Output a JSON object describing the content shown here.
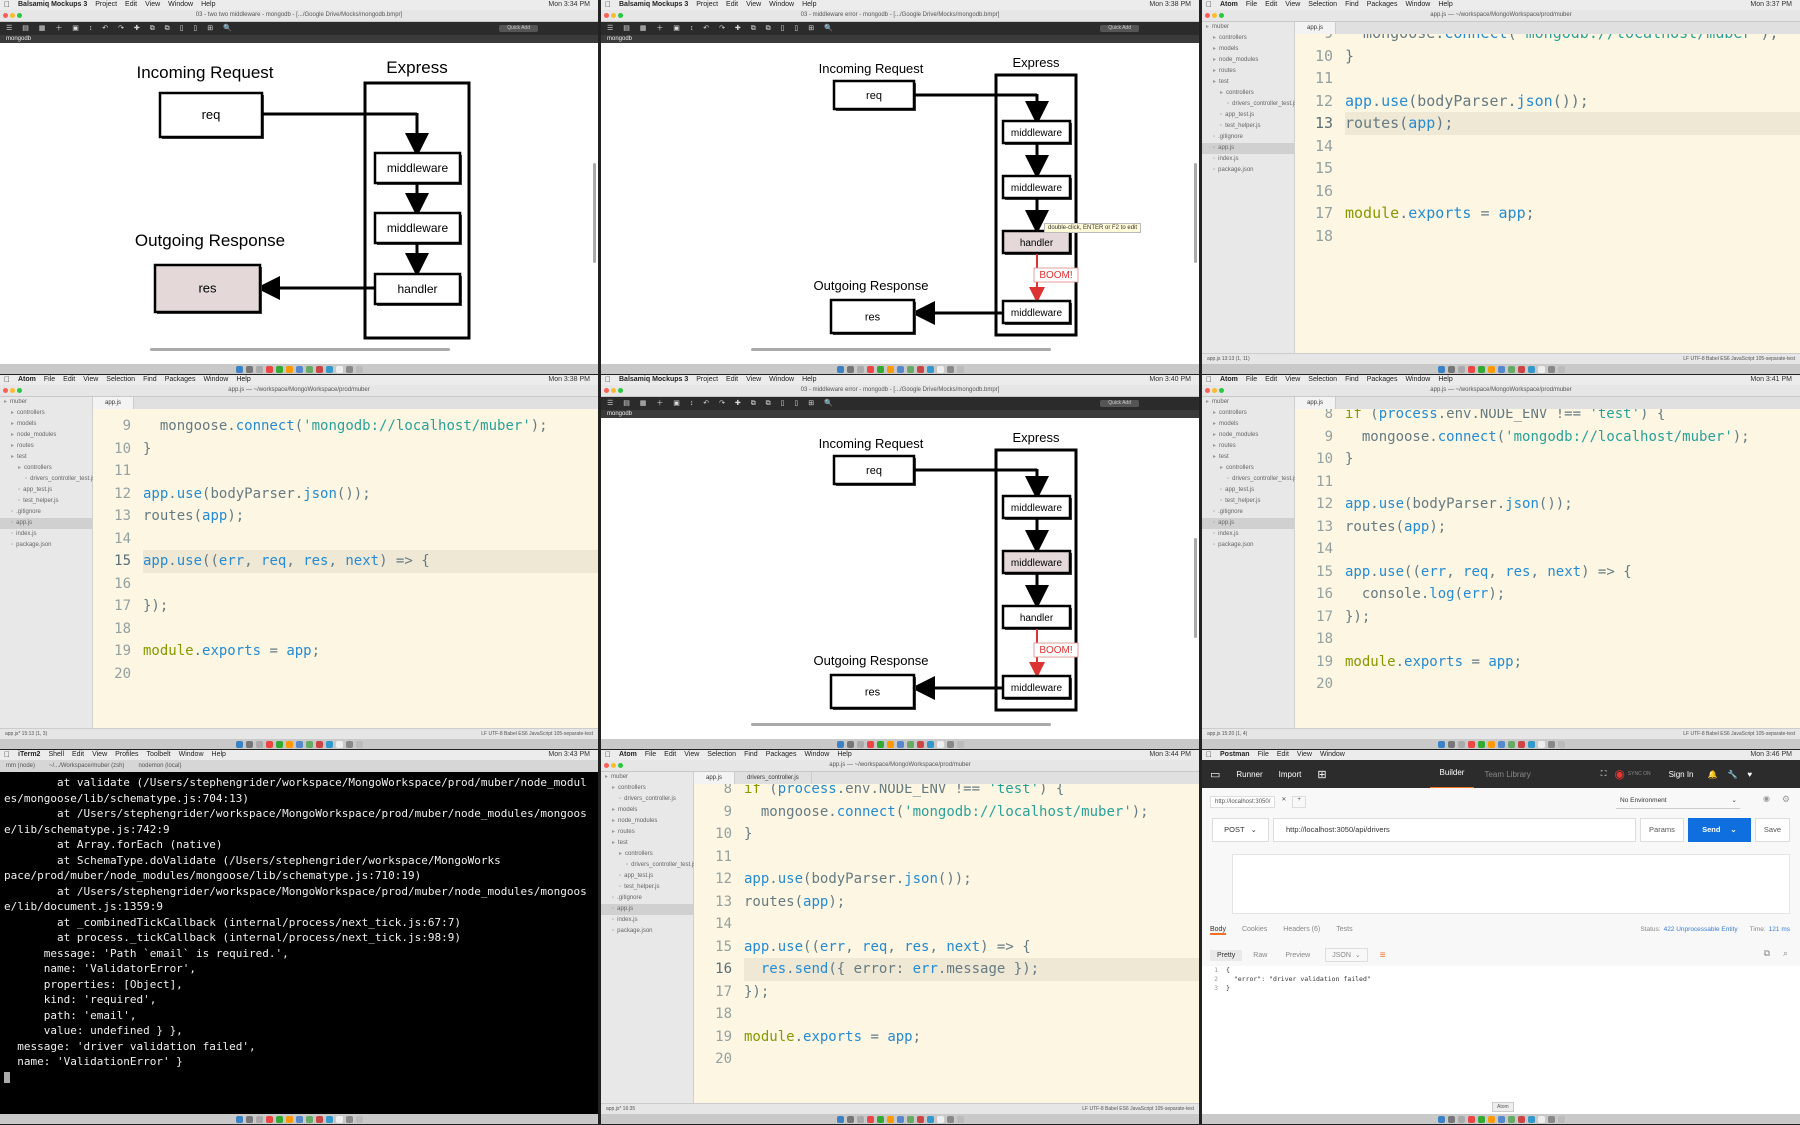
{
  "tiles": {
    "t1": {
      "menu_app": "Balsamiq Mockups 3",
      "menu_items": [
        "Project",
        "Edit",
        "View",
        "Window",
        "Help"
      ],
      "clock": "Mon 3:34 PM",
      "title": "03 - two two middleware - mongodb - [.../Google Drive/Mocks/mongodb.bmpr]",
      "tab": "mongodb",
      "quick_add": "Quick Add",
      "diagram": {
        "incoming": "Incoming Request",
        "express": "Express",
        "req": "req",
        "mw1": "middleware",
        "mw2": "middleware",
        "handler": "handler",
        "outgoing": "Outgoing Response",
        "res": "res"
      }
    },
    "t2": {
      "menu_app": "Balsamiq Mockups 3",
      "menu_items": [
        "Project",
        "Edit",
        "View",
        "Window",
        "Help"
      ],
      "clock": "Mon 3:38 PM",
      "title": "03 - middleware error - mongodb - [.../Google Drive/Mocks/mongodb.bmpr]",
      "tab": "mongodb",
      "quick_add": "Quick Add",
      "tooltip": "double-click, ENTER or F2 to edit",
      "diagram": {
        "incoming": "Incoming Request",
        "express": "Express",
        "req": "req",
        "mw1": "middleware",
        "mw2": "middleware",
        "handler": "handler",
        "boom": "BOOM!",
        "mw3": "middleware",
        "outgoing": "Outgoing Response",
        "res": "res"
      }
    },
    "t3": {
      "menu_app": "Atom",
      "menu_items": [
        "File",
        "Edit",
        "View",
        "Selection",
        "Find",
        "Packages",
        "Window",
        "Help"
      ],
      "clock": "Mon 3:37 PM",
      "title": "app.js — ~/workspace/MongoWorkspace/prod/muber",
      "tab": "app.js",
      "tree": [
        "muber",
        "controllers",
        "models",
        "node_modules",
        "routes",
        "test",
        "controllers",
        "drivers_controller_test.js",
        "app_test.js",
        "test_helper.js",
        ".gitignore",
        "app.js",
        "index.js",
        "package.json"
      ],
      "status_left": "app.js  13:13  (1, 11)",
      "status_right": "LF  UTF-8  Babel ES6 JavaScript  105-separate-test",
      "lines": [
        {
          "n": "9",
          "text": "  mongoose.connect('mongodb://localhost/muber');"
        },
        {
          "n": "10",
          "text": "}"
        },
        {
          "n": "11",
          "text": ""
        },
        {
          "n": "12",
          "text": "app.use(bodyParser.json());"
        },
        {
          "n": "13",
          "text": "routes(app);"
        },
        {
          "n": "14",
          "text": ""
        },
        {
          "n": "15",
          "text": ""
        },
        {
          "n": "16",
          "text": ""
        },
        {
          "n": "17",
          "text": "module.exports = app;"
        },
        {
          "n": "18",
          "text": ""
        }
      ]
    },
    "t4": {
      "menu_app": "Atom",
      "menu_items": [
        "File",
        "Edit",
        "View",
        "Selection",
        "Find",
        "Packages",
        "Window",
        "Help"
      ],
      "clock": "Mon 3:38 PM",
      "title": "app.js — ~/workspace/MongoWorkspace/prod/muber",
      "tab": "app.js",
      "tree": [
        "muber",
        "controllers",
        "models",
        "node_modules",
        "routes",
        "test",
        "controllers",
        "drivers_controller_test.js",
        "app_test.js",
        "test_helper.js",
        ".gitignore",
        "app.js",
        "index.js",
        "package.json"
      ],
      "status_left": "app.js*  15:13  (1, 3)",
      "status_right": "LF  UTF-8  Babel ES6 JavaScript  105-separate-test",
      "lines": [
        {
          "n": "9",
          "text": "  mongoose.connect('mongodb://localhost/muber');"
        },
        {
          "n": "10",
          "text": "}"
        },
        {
          "n": "11",
          "text": ""
        },
        {
          "n": "12",
          "text": "app.use(bodyParser.json());"
        },
        {
          "n": "13",
          "text": "routes(app);"
        },
        {
          "n": "14",
          "text": ""
        },
        {
          "n": "15",
          "text": "app.use((err, req, res, next) => {"
        },
        {
          "n": "16",
          "text": ""
        },
        {
          "n": "17",
          "text": "});"
        },
        {
          "n": "18",
          "text": ""
        },
        {
          "n": "19",
          "text": "module.exports = app;"
        },
        {
          "n": "20",
          "text": ""
        }
      ]
    },
    "t5": {
      "menu_app": "Balsamiq Mockups 3",
      "menu_items": [
        "Project",
        "Edit",
        "View",
        "Window",
        "Help"
      ],
      "clock": "Mon 3:40 PM",
      "title": "03 - middleware error - mongodb - [.../Google Drive/Mocks/mongodb.bmpr]",
      "tab": "mongodb",
      "quick_add": "Quick Add",
      "diagram": {
        "incoming": "Incoming Request",
        "express": "Express",
        "req": "req",
        "mw1": "middleware",
        "mw2": "middleware",
        "handler": "handler",
        "boom": "BOOM!",
        "mw3": "middleware",
        "outgoing": "Outgoing Response",
        "res": "res"
      }
    },
    "t6": {
      "menu_app": "Atom",
      "menu_items": [
        "File",
        "Edit",
        "View",
        "Selection",
        "Find",
        "Packages",
        "Window",
        "Help"
      ],
      "clock": "Mon 3:41 PM",
      "title": "app.js — ~/workspace/MongoWorkspace/prod/muber",
      "tab": "app.js",
      "tree": [
        "muber",
        "controllers",
        "models",
        "node_modules",
        "routes",
        "test",
        "controllers",
        "drivers_controller_test.js",
        "app_test.js",
        "test_helper.js",
        ".gitignore",
        "app.js",
        "index.js",
        "package.json"
      ],
      "status_left": "app.js  15:20  (1, 4)",
      "status_right": "LF  UTF-8  Babel ES6 JavaScript  105-separate-test",
      "lines": [
        {
          "n": "8",
          "text": "if (process.env.NODE_ENV !== 'test') {"
        },
        {
          "n": "9",
          "text": "  mongoose.connect('mongodb://localhost/muber');"
        },
        {
          "n": "10",
          "text": "}"
        },
        {
          "n": "11",
          "text": ""
        },
        {
          "n": "12",
          "text": "app.use(bodyParser.json());"
        },
        {
          "n": "13",
          "text": "routes(app);"
        },
        {
          "n": "14",
          "text": ""
        },
        {
          "n": "15",
          "text": "app.use((err, req, res, next) => {"
        },
        {
          "n": "16",
          "text": "  console.log(err);"
        },
        {
          "n": "17",
          "text": "});"
        },
        {
          "n": "18",
          "text": ""
        },
        {
          "n": "19",
          "text": "module.exports = app;"
        },
        {
          "n": "20",
          "text": ""
        }
      ]
    },
    "t7": {
      "menu_app": "iTerm2",
      "menu_items": [
        "Shell",
        "Edit",
        "View",
        "Profiles",
        "Toolbelt",
        "Window",
        "Help"
      ],
      "clock": "Mon 3:43 PM",
      "title": "1. nodemon index.js (node)",
      "tabs": [
        "mm (node)",
        "~/.../Workspace/muber (zsh)",
        "nodemon (local)"
      ],
      "lines": [
        "        at validate (/Users/stephengrider/workspace/MongoWorkspace/prod/muber/node_modul",
        "es/mongoose/lib/schematype.js:704:13)",
        "        at /Users/stephengrider/workspace/MongoWorkspace/prod/muber/node_modules/mongoos",
        "e/lib/schematype.js:742:9",
        "        at Array.forEach (native)",
        "        at SchemaType.doValidate (/Users/stephengrider/workspace/MongoWorks",
        "pace/prod/muber/node_modules/mongoose/lib/schematype.js:710:19)",
        "        at /Users/stephengrider/workspace/MongoWorkspace/prod/muber/node_modules/mongoos",
        "e/lib/document.js:1359:9",
        "        at _combinedTickCallback (internal/process/next_tick.js:67:7)",
        "        at process._tickCallback (internal/process/next_tick.js:98:9)",
        "      message: 'Path `email` is required.',",
        "      name: 'ValidatorError',",
        "      properties: [Object],",
        "      kind: 'required',",
        "      path: 'email',",
        "      value: undefined } },",
        "  message: 'driver validation failed',",
        "  name: 'ValidationError' }"
      ]
    },
    "t8": {
      "menu_app": "Atom",
      "menu_items": [
        "File",
        "Edit",
        "View",
        "Selection",
        "Find",
        "Packages",
        "Window",
        "Help"
      ],
      "clock": "Mon 3:44 PM",
      "title": "app.js — ~/workspace/MongoWorkspace/prod/muber",
      "tab": "app.js",
      "tab2": "drivers_controller.js",
      "tree": [
        "muber",
        "controllers",
        "drivers_controller.js",
        "models",
        "node_modules",
        "routes",
        "test",
        "controllers",
        "drivers_controller_test.js",
        "app_test.js",
        "test_helper.js",
        ".gitignore",
        "app.js",
        "index.js",
        "package.json"
      ],
      "status_left": "app.js*  16:35",
      "status_right": "LF  UTF-8  Babel ES6 JavaScript  105-separate-test",
      "lines": [
        {
          "n": "8",
          "text": "if (process.env.NODE_ENV !== 'test') {"
        },
        {
          "n": "9",
          "text": "  mongoose.connect('mongodb://localhost/muber');"
        },
        {
          "n": "10",
          "text": "}"
        },
        {
          "n": "11",
          "text": ""
        },
        {
          "n": "12",
          "text": "app.use(bodyParser.json());"
        },
        {
          "n": "13",
          "text": "routes(app);"
        },
        {
          "n": "14",
          "text": ""
        },
        {
          "n": "15",
          "text": "app.use((err, req, res, next) => {"
        },
        {
          "n": "16",
          "text": "  res.send({ error: err.message });"
        },
        {
          "n": "17",
          "text": "});"
        },
        {
          "n": "18",
          "text": ""
        },
        {
          "n": "19",
          "text": "module.exports = app;"
        },
        {
          "n": "20",
          "text": ""
        }
      ]
    },
    "t9": {
      "menu_app": "Postman",
      "menu_items": [
        "File",
        "Edit",
        "View",
        "Window"
      ],
      "clock": "Mon 3:46 PM",
      "runner": "Runner",
      "import": "Import",
      "builder": "Builder",
      "team_library": "Team Library",
      "sync": "SYNC ON",
      "sign_in": "Sign In",
      "tab": "http://localhost:3050/",
      "environment": "No Environment",
      "method": "POST",
      "url": "http://localhost:3050/api/drivers",
      "params": "Params",
      "send": "Send",
      "save": "Save",
      "resp_tabs": [
        "Body",
        "Cookies",
        "Headers (6)",
        "Tests"
      ],
      "status_label": "Status:",
      "status_value": "422 Unprocessable Entity",
      "time_label": "Time:",
      "time_value": "121 ms",
      "view_tabs": [
        "Pretty",
        "Raw",
        "Preview"
      ],
      "format": "JSON",
      "response_lines": [
        {
          "n": "1",
          "text": "{"
        },
        {
          "n": "2",
          "text": "  \"error\": \"driver validation failed\""
        },
        {
          "n": "3",
          "text": "}"
        }
      ],
      "atom_hint": "Atom"
    }
  }
}
